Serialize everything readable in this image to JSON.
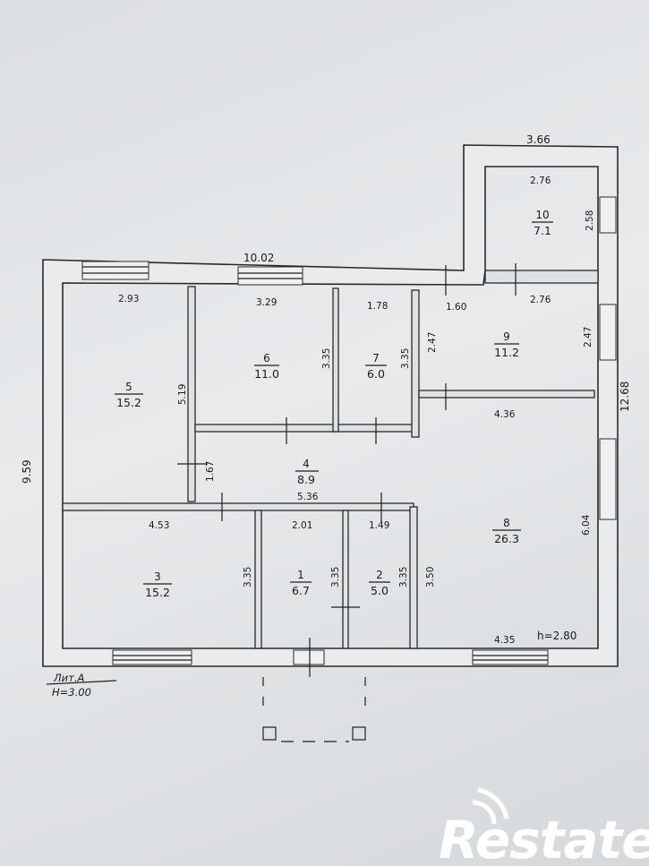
{
  "plan": {
    "overall": {
      "top_width": "10.02",
      "wing_width": "3.66",
      "left_height": "9.59",
      "right_height": "12.68"
    },
    "rooms": [
      {
        "num": "1",
        "area": "6.7"
      },
      {
        "num": "2",
        "area": "5.0"
      },
      {
        "num": "3",
        "area": "15.2"
      },
      {
        "num": "4",
        "area": "8.9"
      },
      {
        "num": "5",
        "area": "15.2"
      },
      {
        "num": "6",
        "area": "11.0"
      },
      {
        "num": "7",
        "area": "6.0"
      },
      {
        "num": "8",
        "area": "26.3"
      },
      {
        "num": "9",
        "area": "11.2"
      },
      {
        "num": "10",
        "area": "7.1"
      }
    ],
    "dims": {
      "r10_w": "2.76",
      "r10_h": "2.58",
      "r9_top": "1.60",
      "r9_top2": "2.76",
      "r9_left": "2.47",
      "r9_right": "2.47",
      "r8_top": "4.36",
      "r8_right": "6.04",
      "r8_left": "3.50",
      "r8_bottom": "4.35",
      "r5_w": "2.93",
      "r5_h": "5.19",
      "r6_w": "3.29",
      "r6_h": "3.35",
      "r7_w": "1.78",
      "r7_h": "3.35",
      "r4_w": "5.36",
      "r4_h": "1.67",
      "r3_w": "4.53",
      "r3_h": "3.35",
      "r1_w": "2.01",
      "r1_h": "3.35",
      "r2_w": "1.49",
      "r2_h": "3.35"
    },
    "ceiling_8": "h=2.80",
    "lit_label": "Лит.А",
    "lit_height": "H=3.00"
  },
  "watermark": "Restate"
}
